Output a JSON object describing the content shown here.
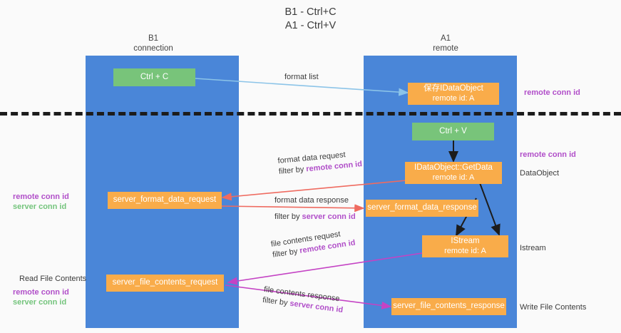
{
  "title": {
    "line1": "B1 - Ctrl+C",
    "line2": "A1 - Ctrl+V"
  },
  "columns": [
    {
      "id": "b1",
      "name": "B1",
      "role": "connection",
      "color": "#4a86d8"
    },
    {
      "id": "a1",
      "name": "A1",
      "role": "remote",
      "color": "#4a86d8"
    }
  ],
  "nodes": [
    {
      "id": "ctrl-c",
      "label1": "Ctrl + C",
      "label2": "",
      "color": "#78c47a"
    },
    {
      "id": "save-idataobject",
      "label1": "保存IDataObject",
      "label2": "remote id: A",
      "color": "#f9ac4a"
    },
    {
      "id": "ctrl-v",
      "label1": "Ctrl + V",
      "label2": "",
      "color": "#78c47a"
    },
    {
      "id": "idataobject-getdata",
      "label1": "IDataObject::GetData",
      "label2": "remote id: A",
      "color": "#f9ac4a"
    },
    {
      "id": "server-format-data-request",
      "label1": "server_format_data_request",
      "label2": "",
      "color": "#f9ac4a"
    },
    {
      "id": "server-format-data-response",
      "label1": "server_format_data_response",
      "label2": "",
      "color": "#f9ac4a"
    },
    {
      "id": "istream",
      "label1": "IStream",
      "label2": "remote id: A",
      "color": "#f9ac4a"
    },
    {
      "id": "server-file-contents-request",
      "label1": "server_file_contents_request",
      "label2": "",
      "color": "#f9ac4a"
    },
    {
      "id": "server-file-contents-response",
      "label1": "server_file_contents_response",
      "label2": "",
      "color": "#f9ac4a"
    }
  ],
  "edge_labels": {
    "format_list": "format list",
    "format_data_request": "format data request",
    "format_data_request_filter_prefix": "filter by ",
    "format_data_request_filter_key": "remote conn id",
    "format_data_response": "format data response",
    "format_data_response_filter_prefix": "filter by ",
    "format_data_response_filter_key": "server conn id",
    "file_contents_request": "file contents request",
    "file_contents_request_filter_prefix": "filter by ",
    "file_contents_request_filter_key": "remote conn id",
    "file_contents_response": "file contents response",
    "file_contents_response_filter_prefix": "filter by ",
    "file_contents_response_filter_key": "server conn id"
  },
  "side_labels": {
    "right_remote_conn_id_top": "remote conn id",
    "right_remote_conn_id_mid": "remote conn id",
    "right_dataobject": "DataObject",
    "right_istream": "Istream",
    "right_write_file_contents": "Write File Contents",
    "left_remote_conn_id_mid": "remote conn id",
    "left_server_conn_id_mid": "server conn id",
    "left_read_file_contents": "Read File Contents",
    "left_remote_conn_id_bottom": "remote conn id",
    "left_server_conn_id_bottom": "server conn id"
  },
  "colors": {
    "column": "#4a86d8",
    "node_orange": "#f9ac4a",
    "node_green": "#78c47a",
    "arrow_light_blue": "#8cc4e8",
    "arrow_red": "#ef6b60",
    "arrow_magenta": "#c443c4",
    "arrow_dark": "#1c1c1c",
    "key_purple": "#b14fc9",
    "key_green": "#74c47c",
    "divider": "#1c1c1c",
    "background": "#fafafa"
  }
}
